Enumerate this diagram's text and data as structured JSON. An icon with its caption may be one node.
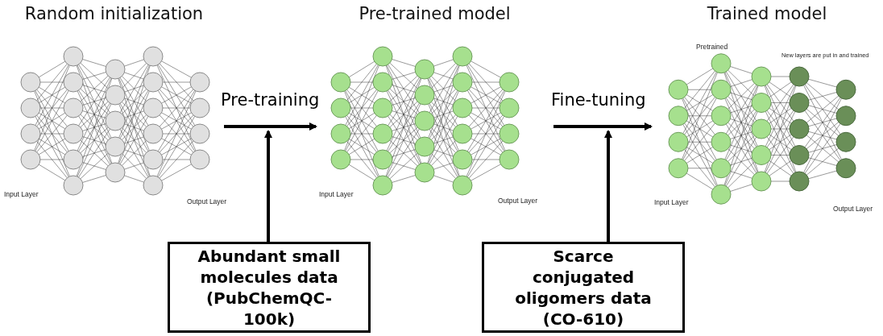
{
  "diagram": {
    "nodes": [
      {
        "text": [
          "Random initialization",
          "Input Layer",
          "Output Layer"
        ]
      },
      {
        "text": [
          "Pre-trained model",
          "Input Layer",
          "Output Layer"
        ]
      },
      {
        "text": [
          "Trained model",
          "Pretrained",
          "New layers are put in and trained",
          "Input Layer",
          "Output Layer"
        ]
      },
      {
        "text": [
          "Abundant small molecules data (PubChemQC-100k)"
        ]
      },
      {
        "text": [
          "Scarce conjugated oligomers data (CO-610)"
        ]
      }
    ],
    "edges": [
      {
        "from": 0,
        "to": 1,
        "arrow": "to",
        "label": "Pre-training"
      },
      {
        "from": 1,
        "to": 2,
        "arrow": "to",
        "label": "Fine-tuning"
      },
      {
        "from": 3,
        "to": null,
        "arrow": "to"
      },
      {
        "from": 4,
        "to": null,
        "arrow": "to"
      }
    ]
  }
}
